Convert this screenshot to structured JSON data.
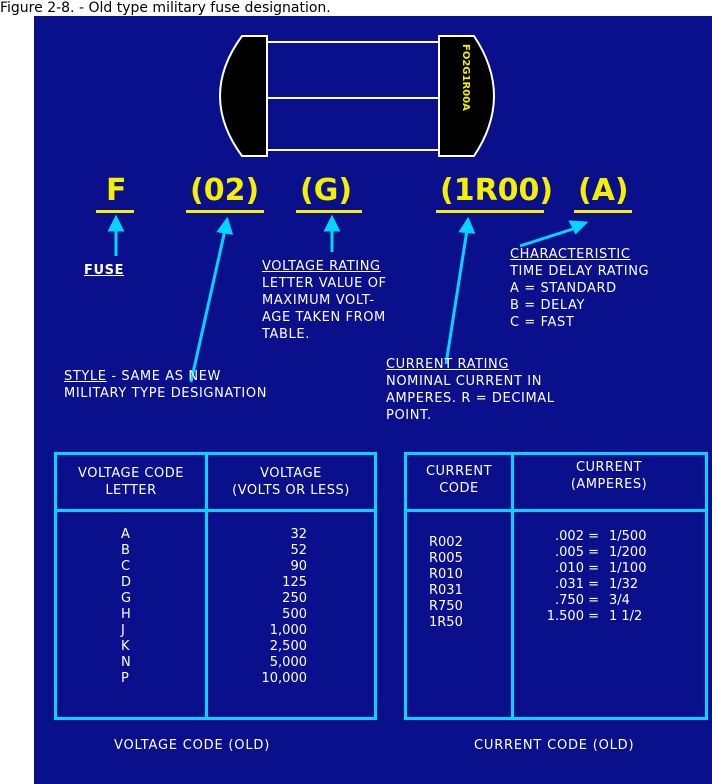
{
  "caption": "Figure 2-8. - Old type military fuse designation.",
  "fuse_marking": "FO2G1R00A",
  "codes": [
    {
      "id": "f",
      "text": "F"
    },
    {
      "id": "style",
      "text": "(02)"
    },
    {
      "id": "voltage",
      "text": "(G)"
    },
    {
      "id": "current",
      "text": "(1R00)"
    },
    {
      "id": "characteristic",
      "text": "(A)"
    }
  ],
  "labels": {
    "fuse": "FUSE",
    "style_title": "STYLE",
    "style_rest": " - SAME AS NEW",
    "style_line2": "MILITARY TYPE DESIGNATION",
    "voltage_title": "VOLTAGE RATING",
    "voltage_lines": [
      "LETTER VALUE OF",
      "MAXIMUM VOLT-",
      "AGE TAKEN FROM",
      "TABLE."
    ],
    "current_title": "CURRENT RATING",
    "current_lines": [
      "NOMINAL CURRENT IN",
      "AMPERES.  R = DECIMAL",
      "POINT."
    ],
    "char_title": "CHARACTERISTIC",
    "char_lines": [
      "TIME DELAY RATING",
      "A = STANDARD",
      "B = DELAY",
      "C = FAST"
    ]
  },
  "voltage_table": {
    "header_left": [
      "VOLTAGE CODE",
      "LETTER"
    ],
    "header_right": [
      "VOLTAGE",
      "(VOLTS OR LESS)"
    ],
    "letters": [
      "A",
      "B",
      "C",
      "D",
      "G",
      "H",
      "J",
      "K",
      "N",
      "P"
    ],
    "volts": [
      "32",
      "52",
      "90",
      "125",
      "250",
      "500",
      "1,000",
      "2,500",
      "5,000",
      "10,000"
    ],
    "caption": "VOLTAGE CODE (OLD)"
  },
  "current_table": {
    "header_left": [
      "CURRENT",
      "CODE"
    ],
    "header_right": [
      "CURRENT",
      "(AMPERES)"
    ],
    "codes": [
      "R002",
      "R005",
      "R010",
      "R031",
      "R750",
      "1R50"
    ],
    "decimals": [
      ".002 =",
      ".005 =",
      ".010 =",
      ".031 =",
      ".750 =",
      "1.500 ="
    ],
    "fractions": [
      "1/500",
      "1/200",
      "1/100",
      "1/32",
      "3/4",
      "1 1/2"
    ],
    "caption": "CURRENT CODE (OLD)"
  },
  "colors": {
    "panel": "#0a0f8c",
    "accent": "#f5f000",
    "table_border": "#00d6ff"
  }
}
